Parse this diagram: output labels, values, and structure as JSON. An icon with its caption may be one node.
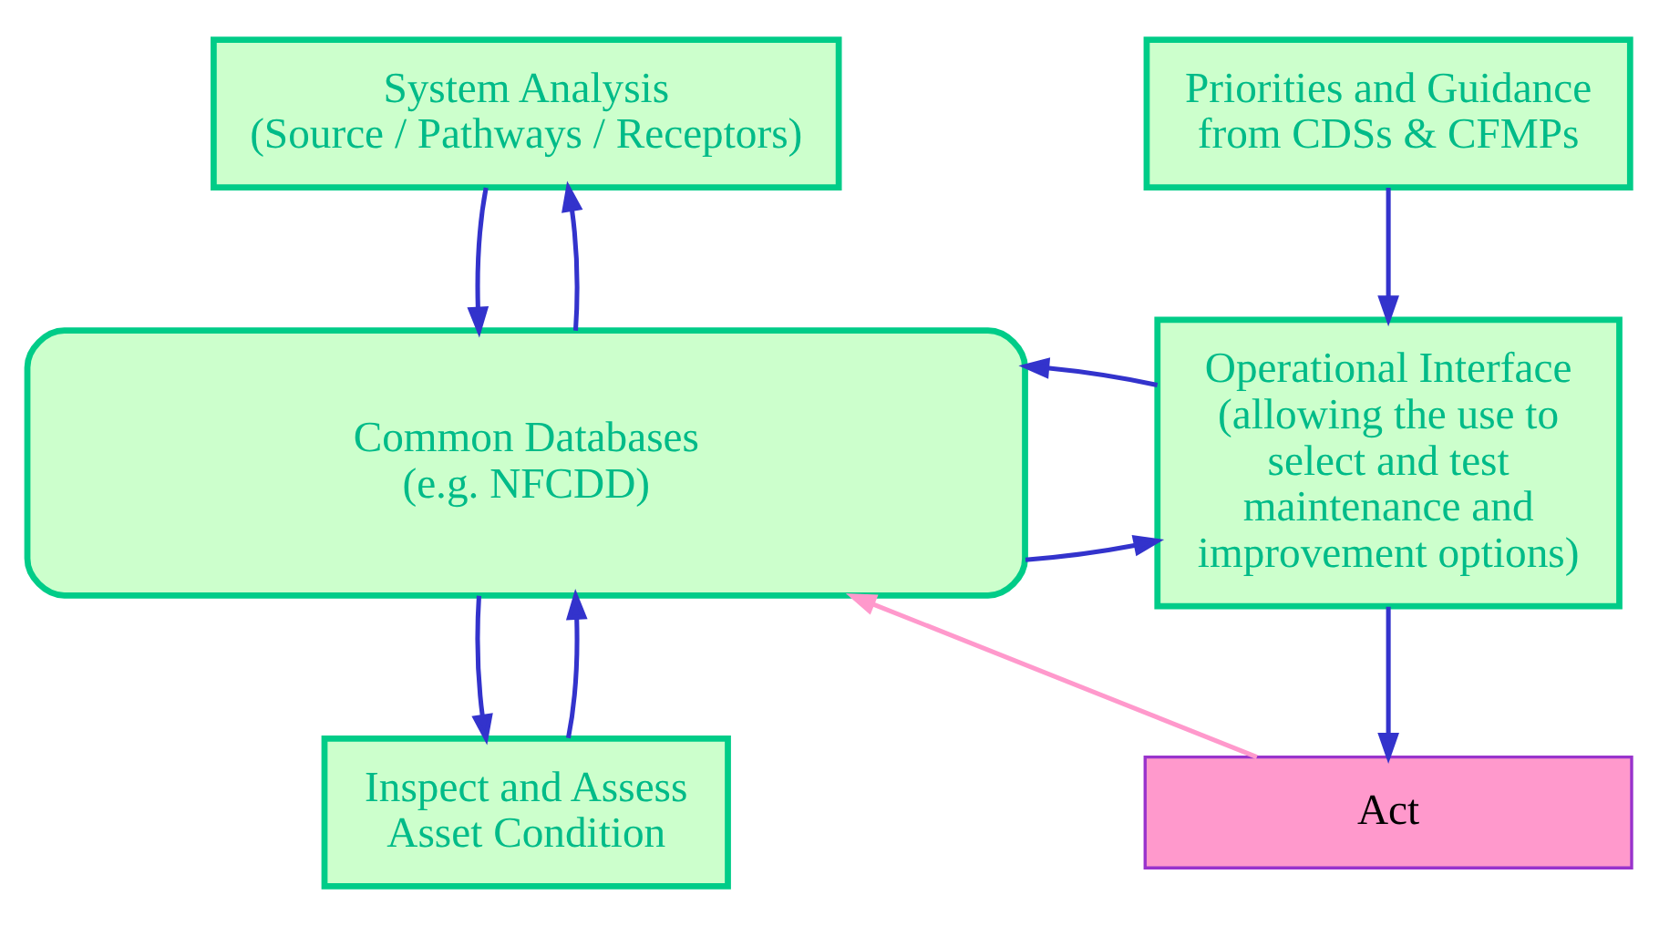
{
  "diagram": {
    "nodes": [
      {
        "text": [
          "System Analysis",
          "(Source / Pathways / Receptors)"
        ]
      },
      {
        "text": [
          "Priorities and Guidance from CDSs & CFMPs"
        ]
      },
      {
        "text": [
          "Common Databases",
          "(e.g. NFCDD)"
        ]
      },
      {
        "text": [
          "Operational Interface",
          "(allowing the use to select and test maintenance and improvement options)"
        ]
      },
      {
        "text": [
          "Inspect and Assess Asset Condition"
        ]
      },
      {
        "text": [
          "Act"
        ]
      }
    ],
    "edges": [
      {
        "from": 2,
        "to": 0,
        "arrow": "to"
      },
      {
        "from": 0,
        "to": 2,
        "arrow": "to"
      },
      {
        "from": 1,
        "to": 3,
        "arrow": "to"
      },
      {
        "from": 2,
        "to": 3,
        "arrow": "to"
      },
      {
        "from": 3,
        "to": 2,
        "arrow": "to"
      },
      {
        "from": 4,
        "to": 2,
        "arrow": "to"
      },
      {
        "from": 2,
        "to": 4,
        "arrow": "to"
      },
      {
        "from": 3,
        "to": 5,
        "arrow": "to"
      },
      {
        "from": 5,
        "to": 2,
        "arrow": "to",
        "color": "#ff99cc"
      }
    ]
  }
}
